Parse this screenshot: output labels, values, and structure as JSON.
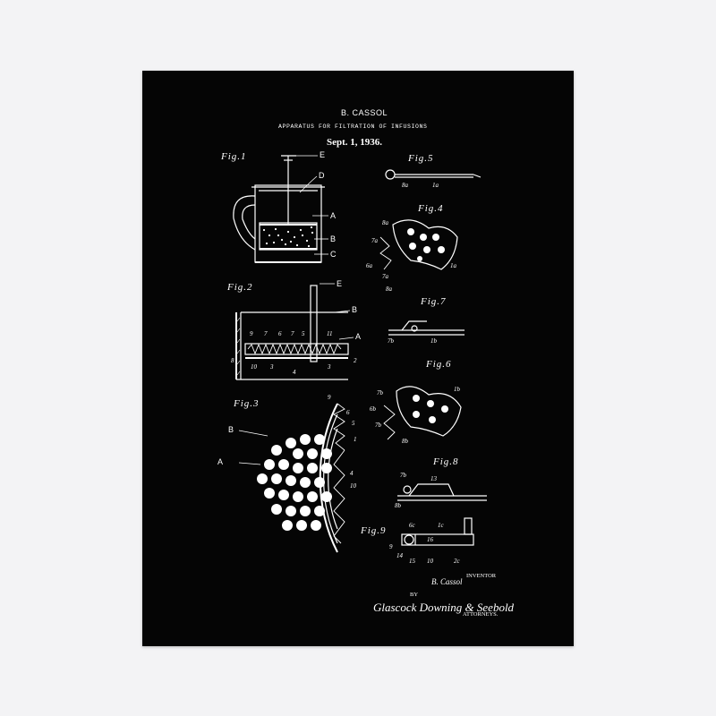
{
  "header": {
    "inventor": "B. CASSOL",
    "title": "APPARATUS FOR FILTRATION OF INFUSIONS",
    "date": "Sept. 1, 1936."
  },
  "figures": {
    "fig1": "Fig.1",
    "fig2": "Fig.2",
    "fig3": "Fig.3",
    "fig4": "Fig.4",
    "fig5": "Fig.5",
    "fig6": "Fig.6",
    "fig7": "Fig.7",
    "fig8": "Fig.8",
    "fig9": "Fig.9"
  },
  "fig1_labels": {
    "e": "E",
    "d": "D",
    "a": "A",
    "b": "B",
    "c": "C"
  },
  "fig2_labels": {
    "e": "E",
    "b": "B",
    "a": "A",
    "nums": [
      "9",
      "7",
      "6",
      "7",
      "5",
      "11",
      "8",
      "10",
      "3",
      "4",
      "3",
      "2"
    ]
  },
  "fig3_labels": {
    "b": "B",
    "a": "A",
    "nums": [
      "9",
      "6",
      "5",
      "1",
      "4",
      "10"
    ]
  },
  "fig4_labels": [
    "8a",
    "7a",
    "6a",
    "7a",
    "8a",
    "1a"
  ],
  "fig5_labels": [
    "8a",
    "1a"
  ],
  "fig6_labels": [
    "7b",
    "6b",
    "7b",
    "8b",
    "1b"
  ],
  "fig7_labels": [
    "7b",
    "1b"
  ],
  "fig8_labels": [
    "7b",
    "13",
    "8b"
  ],
  "fig9_labels": [
    "6c",
    "1c",
    "9",
    "16",
    "14",
    "15",
    "10",
    "2c"
  ],
  "signatures": {
    "inventor": "B. Cassol",
    "inventor_role": "INVENTOR",
    "by": "BY",
    "attorneys": "Glascock Downing & Seebold",
    "attorneys_role": "ATTORNEYS."
  },
  "colors": {
    "poster_background": "#050505",
    "line_art": "#ffffff",
    "page_background": "#f3f3f5"
  }
}
